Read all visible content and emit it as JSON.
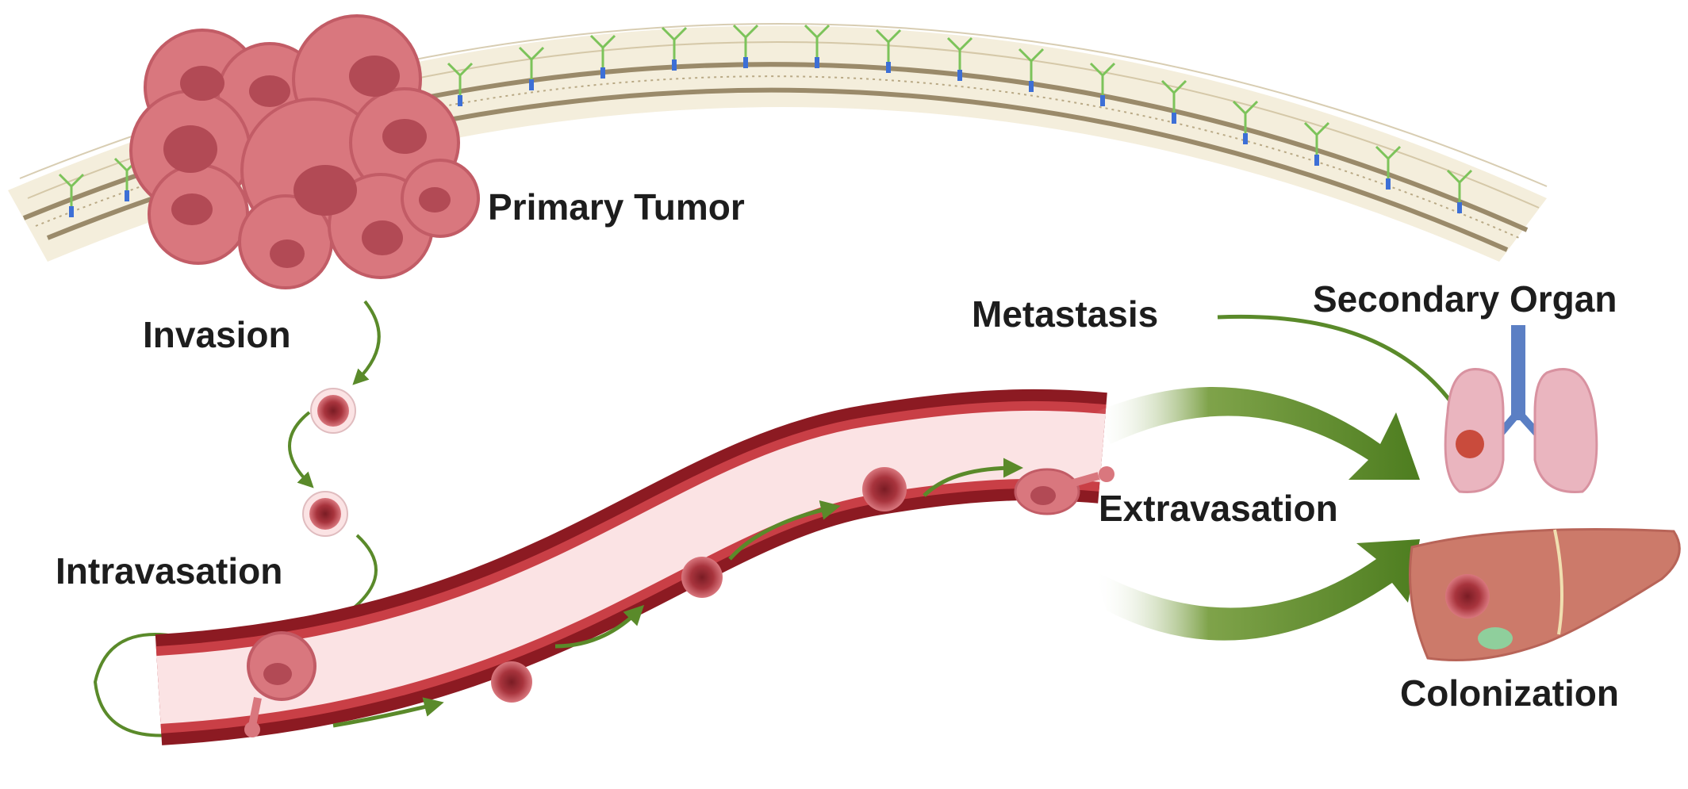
{
  "labels": {
    "primary_tumor": "Primary Tumor",
    "invasion": "Invasion",
    "intravasation": "Intravasation",
    "metastasis": "Metastasis",
    "secondary_organ": "Secondary Organ",
    "extravasation": "Extravasation",
    "colonization": "Colonization"
  },
  "colors": {
    "tumor_fill": "#d9777e",
    "tumor_nucleus": "#b24a55",
    "tumor_edge": "#c25c66",
    "vessel_outer": "#8c1a22",
    "vessel_wall": "#c93f46",
    "vessel_lumen": "#fbe3e4",
    "arrow_green": "#5a8a2a",
    "receptor_green": "#7cc35a",
    "receptor_blue": "#3d6fd6",
    "membrane": "#9a8a6a",
    "lung_pink": "#eab5bf",
    "trachea_blue": "#5b7fc4",
    "liver_brown": "#cc7a6a"
  },
  "icons": [
    "tumor-cell-cluster",
    "circulating-tumor-cell",
    "blood-vessel",
    "lungs",
    "liver",
    "cell-membrane"
  ]
}
